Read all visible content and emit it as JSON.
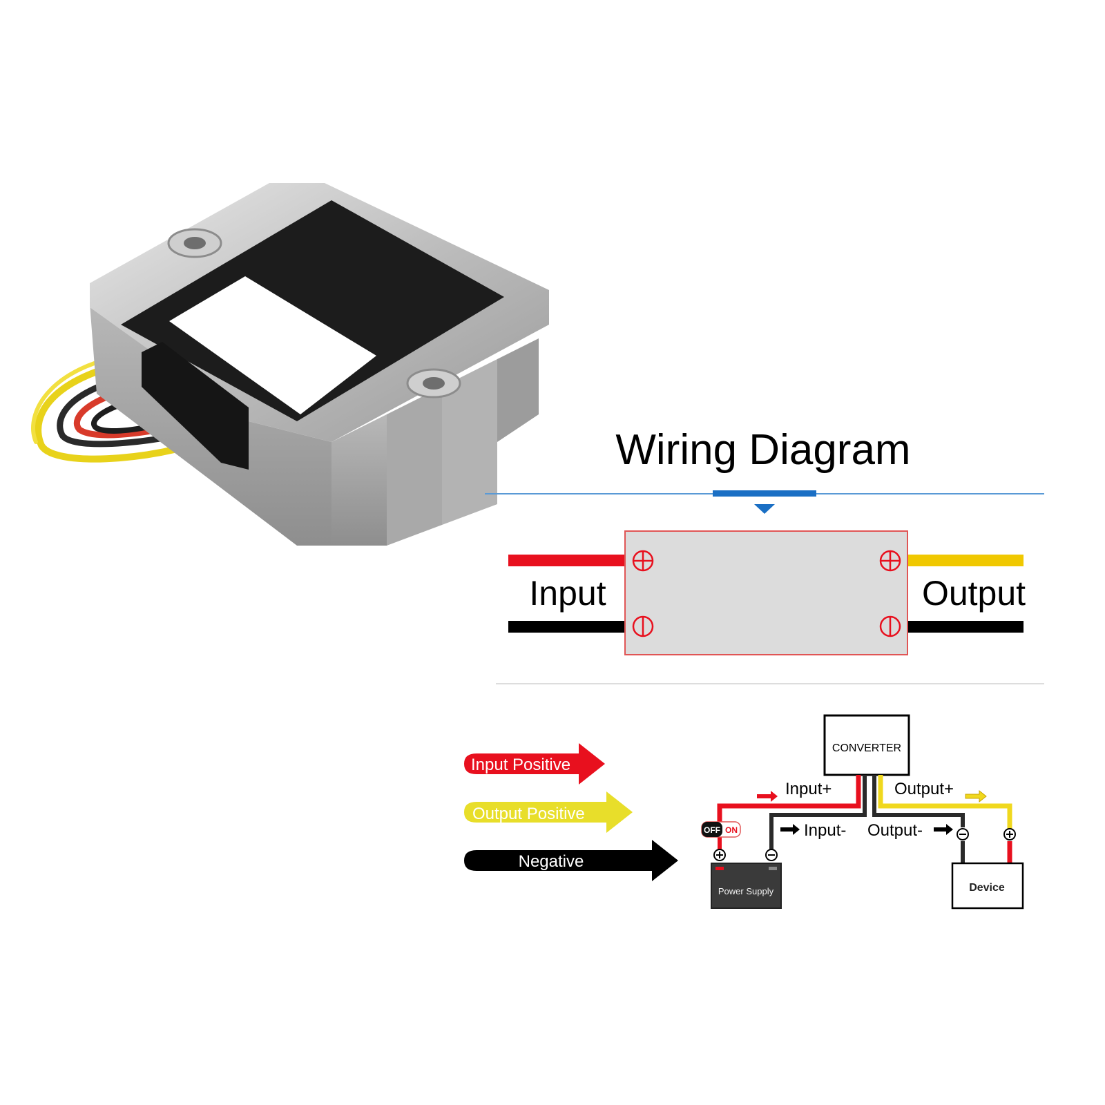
{
  "diagram": {
    "title": "Wiring Diagram",
    "input_label": "Input",
    "output_label": "Output"
  },
  "legend": [
    {
      "label": "Input Positive",
      "color": "#e8101e"
    },
    {
      "label": "Output Positive",
      "color": "#e8de2a"
    },
    {
      "label": "Negative",
      "color": "#000000"
    }
  ],
  "schematic": {
    "converter": "CONVERTER",
    "input_plus": "Input+",
    "input_minus": "Input-",
    "output_plus": "Output+",
    "output_minus": "Output-",
    "switch_off": "OFF",
    "switch_on": "ON",
    "power_supply": "Power Supply",
    "device": "Device"
  },
  "colors": {
    "red": "#e8101e",
    "yellow": "#f0c800",
    "black": "#000000",
    "blue": "#1a6fc4",
    "module_fill": "#dcdcdc"
  }
}
